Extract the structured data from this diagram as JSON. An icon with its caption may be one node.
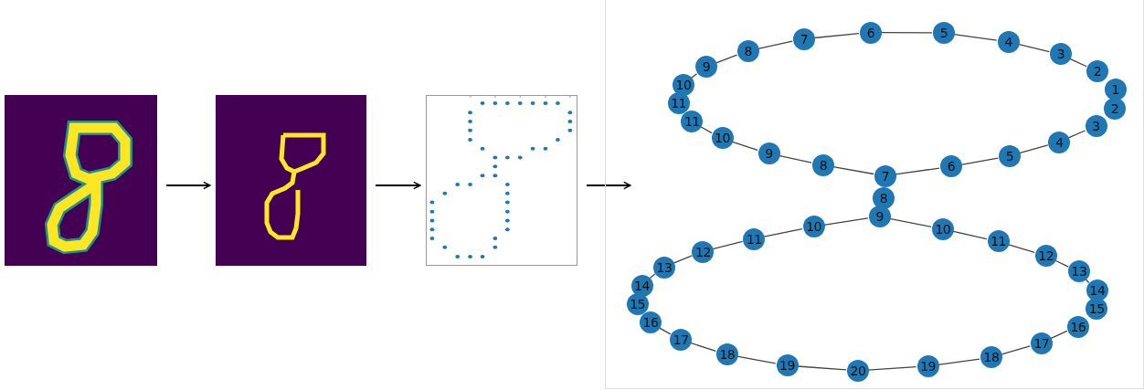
{
  "diagram": {
    "nodes": [
      {
        "text": [],
        "shape": "picture"
      },
      {
        "text": [],
        "shape": "picture"
      },
      {
        "text": [],
        "shape": "picture"
      },
      {
        "text": [],
        "shape": "box"
      },
      {
        "text": [
          "1"
        ],
        "in": 3
      },
      {
        "text": [
          "2"
        ],
        "in": 3
      },
      {
        "text": [
          "3"
        ],
        "in": 3
      },
      {
        "text": [
          "4"
        ],
        "in": 3
      },
      {
        "text": [
          "5"
        ],
        "in": 3
      },
      {
        "text": [
          "6"
        ],
        "in": 3
      },
      {
        "text": [
          "7"
        ],
        "in": 3
      },
      {
        "text": [
          "8"
        ],
        "in": 3
      },
      {
        "text": [
          "9"
        ],
        "in": 3
      },
      {
        "text": [
          "10"
        ],
        "in": 3
      },
      {
        "text": [
          "11"
        ],
        "in": 3
      },
      {
        "text": [
          "11"
        ],
        "in": 3
      },
      {
        "text": [
          "10"
        ],
        "in": 3
      },
      {
        "text": [
          "9"
        ],
        "in": 3
      },
      {
        "text": [
          "8"
        ],
        "in": 3
      },
      {
        "text": [
          "7"
        ],
        "in": 3
      },
      {
        "text": [
          "6"
        ],
        "in": 3
      },
      {
        "text": [
          "5"
        ],
        "in": 3
      },
      {
        "text": [
          "4"
        ],
        "in": 3
      },
      {
        "text": [
          "3"
        ],
        "in": 3
      },
      {
        "text": [
          "2"
        ],
        "in": 3
      },
      {
        "text": [
          "8"
        ],
        "in": 3
      },
      {
        "text": [
          "9"
        ],
        "in": 3
      },
      {
        "text": [
          "10"
        ],
        "in": 3
      },
      {
        "text": [
          "11"
        ],
        "in": 3
      },
      {
        "text": [
          "12"
        ],
        "in": 3
      },
      {
        "text": [
          "13"
        ],
        "in": 3
      },
      {
        "text": [
          "14"
        ],
        "in": 3
      },
      {
        "text": [
          "15"
        ],
        "in": 3
      },
      {
        "text": [
          "16"
        ],
        "in": 3
      },
      {
        "text": [
          "17"
        ],
        "in": 3
      },
      {
        "text": [
          "18"
        ],
        "in": 3
      },
      {
        "text": [
          "19"
        ],
        "in": 3
      },
      {
        "text": [
          "20"
        ],
        "in": 3
      },
      {
        "text": [
          "19"
        ],
        "in": 3
      },
      {
        "text": [
          "18"
        ],
        "in": 3
      },
      {
        "text": [
          "17"
        ],
        "in": 3
      },
      {
        "text": [
          "16"
        ],
        "in": 3
      },
      {
        "text": [
          "15"
        ],
        "in": 3
      },
      {
        "text": [
          "14"
        ],
        "in": 3
      },
      {
        "text": [
          "13"
        ],
        "in": 3
      },
      {
        "text": [
          "12"
        ],
        "in": 3
      },
      {
        "text": [
          "11"
        ],
        "in": 3
      },
      {
        "text": [
          "10"
        ],
        "in": 3
      }
    ],
    "edges": [
      {
        "from": 0,
        "to": 1,
        "arrow": "to"
      },
      {
        "from": 1,
        "to": 2,
        "arrow": "to"
      },
      {
        "from": 2,
        "to": 3,
        "arrow": "to"
      },
      {
        "from": 5,
        "to": 6,
        "arrow": "none"
      },
      {
        "from": 6,
        "to": 7,
        "arrow": "none"
      },
      {
        "from": 7,
        "to": 8,
        "arrow": "none"
      },
      {
        "from": 8,
        "to": 9,
        "arrow": "none"
      },
      {
        "from": 9,
        "to": 10,
        "arrow": "none"
      },
      {
        "from": 10,
        "to": 11,
        "arrow": "none"
      },
      {
        "from": 11,
        "to": 12,
        "arrow": "none"
      },
      {
        "from": 12,
        "to": 13,
        "arrow": "none"
      },
      {
        "from": 15,
        "to": 16,
        "arrow": "none"
      },
      {
        "from": 16,
        "to": 17,
        "arrow": "none"
      },
      {
        "from": 17,
        "to": 18,
        "arrow": "none"
      },
      {
        "from": 18,
        "to": 19,
        "arrow": "none"
      },
      {
        "from": 19,
        "to": 20,
        "arrow": "none"
      },
      {
        "from": 20,
        "to": 21,
        "arrow": "none"
      },
      {
        "from": 21,
        "to": 22,
        "arrow": "none"
      },
      {
        "from": 22,
        "to": 23,
        "arrow": "none"
      },
      {
        "from": 26,
        "to": 27,
        "arrow": "none"
      },
      {
        "from": 27,
        "to": 28,
        "arrow": "none"
      },
      {
        "from": 28,
        "to": 29,
        "arrow": "none"
      },
      {
        "from": 29,
        "to": 30,
        "arrow": "none"
      },
      {
        "from": 30,
        "to": 31,
        "arrow": "none"
      },
      {
        "from": 33,
        "to": 34,
        "arrow": "none"
      },
      {
        "from": 34,
        "to": 35,
        "arrow": "none"
      },
      {
        "from": 35,
        "to": 36,
        "arrow": "none"
      },
      {
        "from": 36,
        "to": 37,
        "arrow": "none"
      },
      {
        "from": 37,
        "to": 38,
        "arrow": "none"
      },
      {
        "from": 38,
        "to": 39,
        "arrow": "none"
      },
      {
        "from": 39,
        "to": 40,
        "arrow": "none"
      },
      {
        "from": 40,
        "to": 41,
        "arrow": "none"
      },
      {
        "from": 43,
        "to": 44,
        "arrow": "none"
      },
      {
        "from": 44,
        "to": 45,
        "arrow": "none"
      },
      {
        "from": 45,
        "to": 46,
        "arrow": "none"
      },
      {
        "from": 46,
        "to": 47,
        "arrow": "none"
      },
      {
        "from": 47,
        "to": 26,
        "arrow": "none"
      }
    ]
  }
}
